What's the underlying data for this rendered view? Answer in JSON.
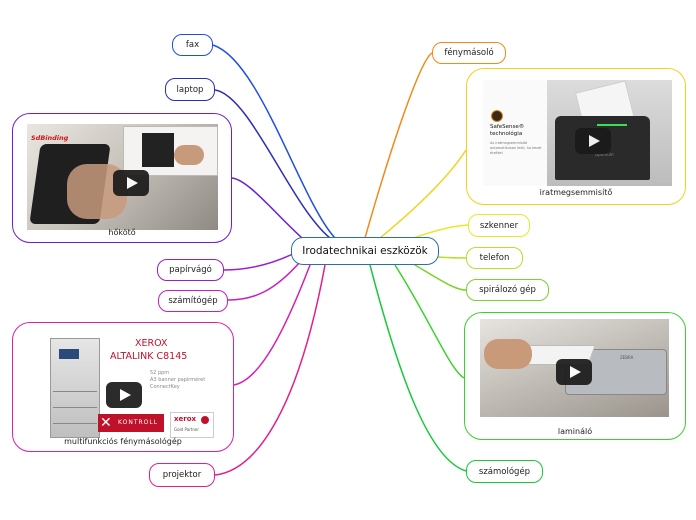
{
  "central": {
    "label": "Irodatechnikai eszközök"
  },
  "branches": {
    "fax": "fax",
    "laptop": "laptop",
    "hokoto": "hőkötő",
    "papirvago": "papírvágó",
    "szamitogep": "számítógép",
    "multifunkcios": "multifunkciós fénymásológép",
    "projektor": "projektor",
    "fenymasolo": "fénymásoló",
    "iratmegsemmisito": "iratmegsemmisítő",
    "szkenner": "szkenner",
    "telefon": "telefon",
    "spiralozo": "spirálozó gép",
    "laminalo": "lamináló",
    "szamologep": "számológép"
  },
  "media": {
    "hokoto_logo": "SdBinding",
    "iratmegsemmisito_brand_line1": "SafeSense®",
    "iratmegsemmisito_brand_line2": "technológia",
    "iratmegsemmisito_brand_desc": "Az iratmegsemmisítő automatikusan leáll, ha kezet érzékel",
    "iratmegsemmisito_machine_label": "Optimum",
    "xerox_title1": "XEROX",
    "xerox_title2": "ALTALINK C8145",
    "xerox_spec1": "52 ppm",
    "xerox_spec2": "A3 banner papírméret",
    "xerox_spec3": "ConnectKey",
    "kontroll": "KONTROLL",
    "xerox_partner": "xerox",
    "gold_partner": "Gold Partner",
    "laminalo_label": "ZEBRA"
  },
  "colors": {
    "fax": "#1f4fe0",
    "laptop": "#2a2fb8",
    "hokoto": "#6a1fd0",
    "papirvago": "#9a1fc8",
    "szamitogep": "#c41fc0",
    "multifunkcios": "#d81fb0",
    "projektor": "#e0208c",
    "fenymasolo": "#f08a1a",
    "iratmegsemmisito": "#f4d21a",
    "szkenner": "#e8e82a",
    "telefon": "#b8e02a",
    "spiralozo": "#7ad22a",
    "laminalo": "#3ad22a",
    "szamologep": "#1ac83a",
    "central": "#2a6fa8"
  },
  "icons": [
    "play-icon",
    "play-icon",
    "play-icon",
    "play-icon"
  ]
}
